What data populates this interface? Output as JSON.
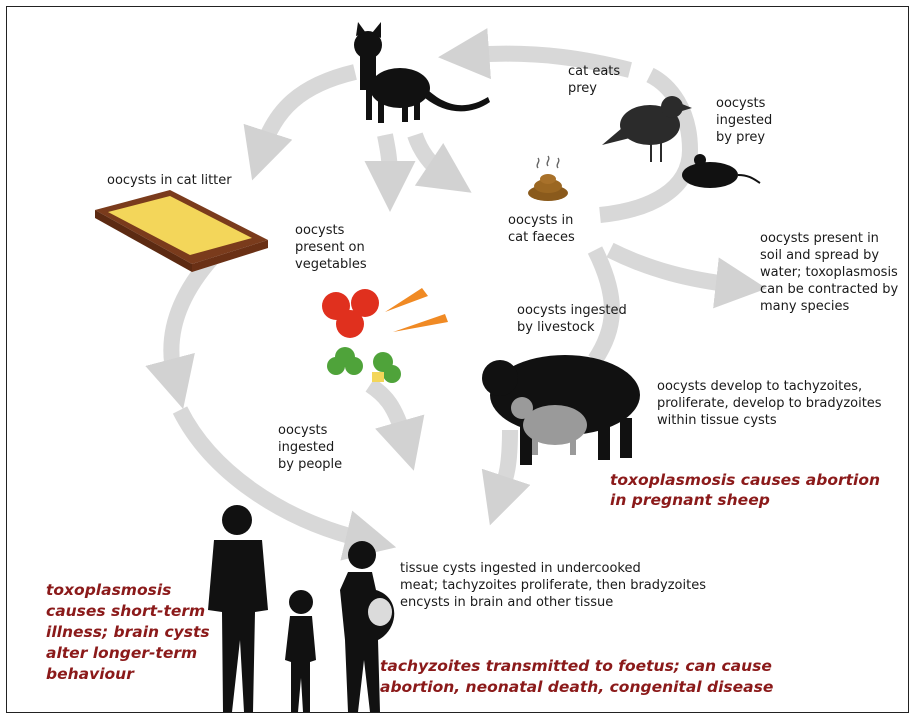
{
  "labels": {
    "cat_eats_prey": [
      "cat eats",
      "prey"
    ],
    "oocysts_ingested_by_prey": [
      "oocysts",
      "ingested",
      "by prey"
    ],
    "oocysts_in_cat_litter": [
      "oocysts in cat litter"
    ],
    "oocysts_in_cat_faeces": [
      "oocysts in",
      "cat faeces"
    ],
    "oocysts_on_vegetables": [
      "oocysts",
      "present on",
      "vegetables"
    ],
    "oocysts_in_soil": [
      "oocysts present in",
      "soil and spread by",
      "water; toxoplasmosis",
      "can be contracted by",
      "many species"
    ],
    "oocysts_ingested_by_livestock": [
      "oocysts ingested",
      "by livestock"
    ],
    "oocysts_develop": [
      "oocysts develop to tachyzoites,",
      "proliferate,  develop to bradyzoites",
      "within tissue cysts"
    ],
    "oocysts_ingested_by_people": [
      "oocysts",
      "ingested",
      "by people"
    ],
    "tissue_cysts": [
      "tissue cysts ingested in undercooked",
      "meat; tachyzoites proliferate, then bradyzoites",
      "encysts in brain and other tissue"
    ]
  },
  "emphasis": {
    "sheep_abortion": [
      "toxoplasmosis causes abortion",
      "in pregnant sheep"
    ],
    "human_illness": [
      "toxoplasmosis",
      "causes  short-term",
      "illness; brain cysts",
      "alter longer-term",
      "behaviour"
    ],
    "foetus": [
      "tachyzoites transmitted  to foetus; can cause",
      "abortion, neonatal death, congenital disease"
    ]
  },
  "colors": {
    "arrow": "#d2d2d2",
    "emphasis_text": "#8b1a1a",
    "silhouette": "#111111",
    "litter_box": "#7a3b1c",
    "litter_sand": "#f3d65a",
    "tomato": "#e0301e",
    "carrot": "#f08a24",
    "broccoli": "#4fa33a"
  }
}
